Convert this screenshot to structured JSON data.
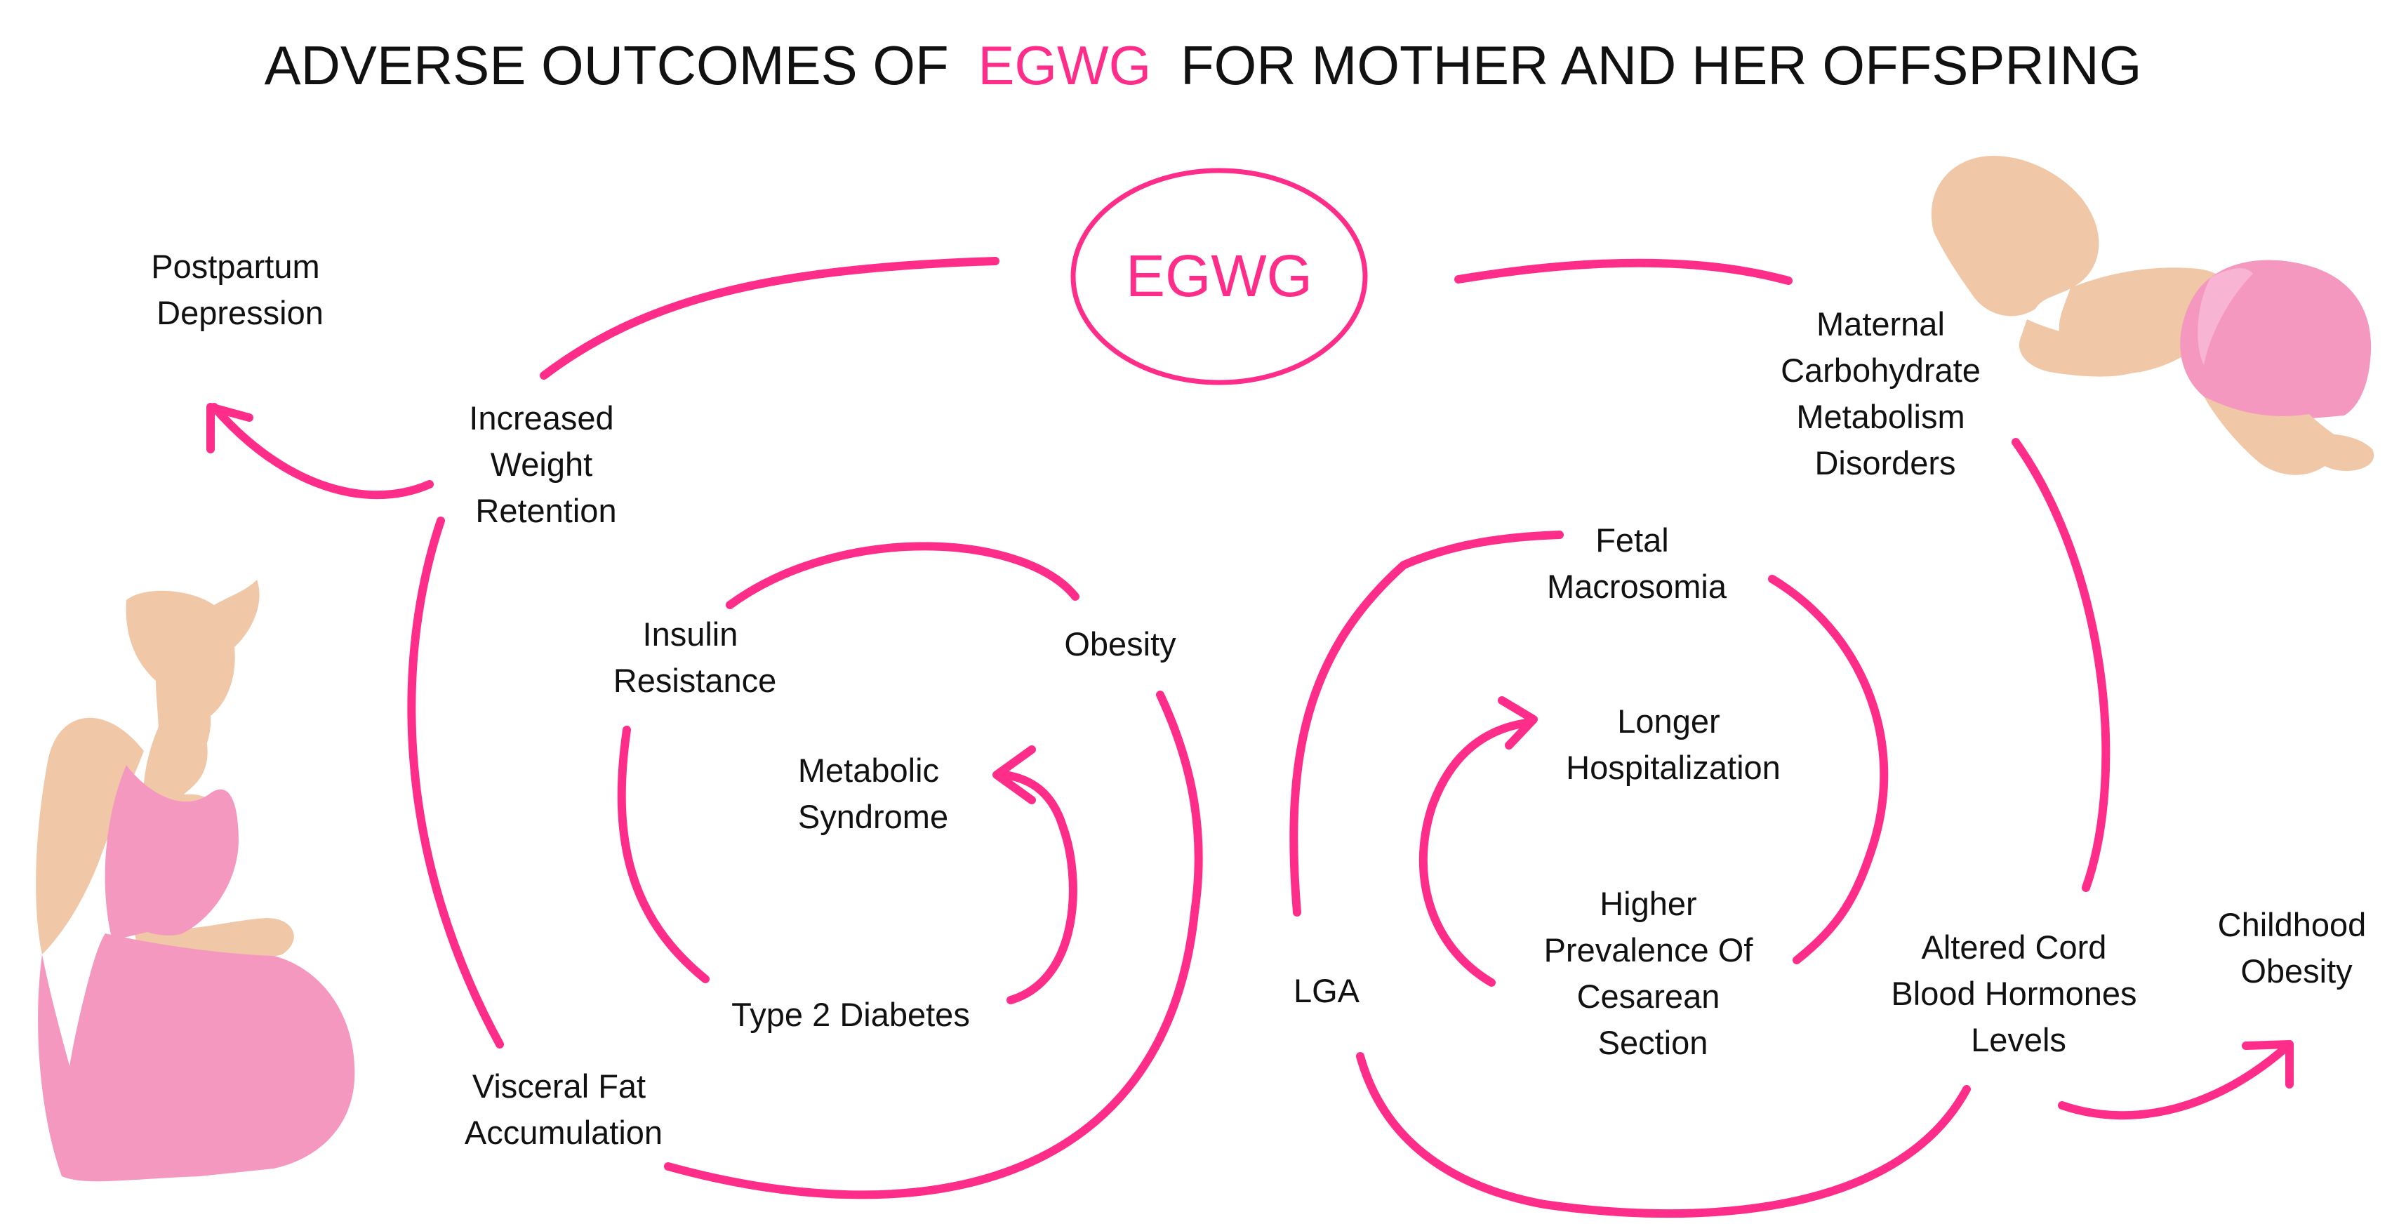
{
  "colors": {
    "accent": "#ff2d8a",
    "text": "#111111",
    "skin": "#f0c8a8",
    "pink": "#f598c0",
    "background": "#ffffff"
  },
  "title": {
    "prefix": "ADVERSE OUTCOMES OF",
    "highlight": "EGWG",
    "suffix": "FOR MOTHER AND HER OFFSPRING"
  },
  "center": {
    "label": "EGWG"
  },
  "illustrations": {
    "mother": "pregnant-woman-silhouette",
    "baby": "sleeping-baby-silhouette"
  },
  "nodes": {
    "postpartum": [
      "Postpartum",
      "Depression"
    ],
    "weight_retention": [
      "Increased",
      "Weight",
      "Retention"
    ],
    "insulin": [
      "Insulin",
      "Resistance"
    ],
    "obesity": [
      "Obesity"
    ],
    "metabolic": [
      "Metabolic",
      "Syndrome"
    ],
    "t2d": [
      "Type 2 Diabetes"
    ],
    "visceral": [
      "Visceral Fat",
      "Accumulation"
    ],
    "maternal_carb": [
      "Maternal",
      "Carbohydrate",
      "Metabolism",
      "Disorders"
    ],
    "fetal_macro": [
      "Fetal",
      "Macrosomia"
    ],
    "longer_hosp": [
      "Longer",
      "Hospitalization"
    ],
    "lga": [
      "LGA"
    ],
    "cesarean": [
      "Higher",
      "Prevalence Of",
      "Cesarean",
      "Section"
    ],
    "cord_blood": [
      "Altered Cord",
      "Blood Hormones",
      "Levels"
    ],
    "childhood_obesity": [
      "Childhood",
      "Obesity"
    ]
  }
}
